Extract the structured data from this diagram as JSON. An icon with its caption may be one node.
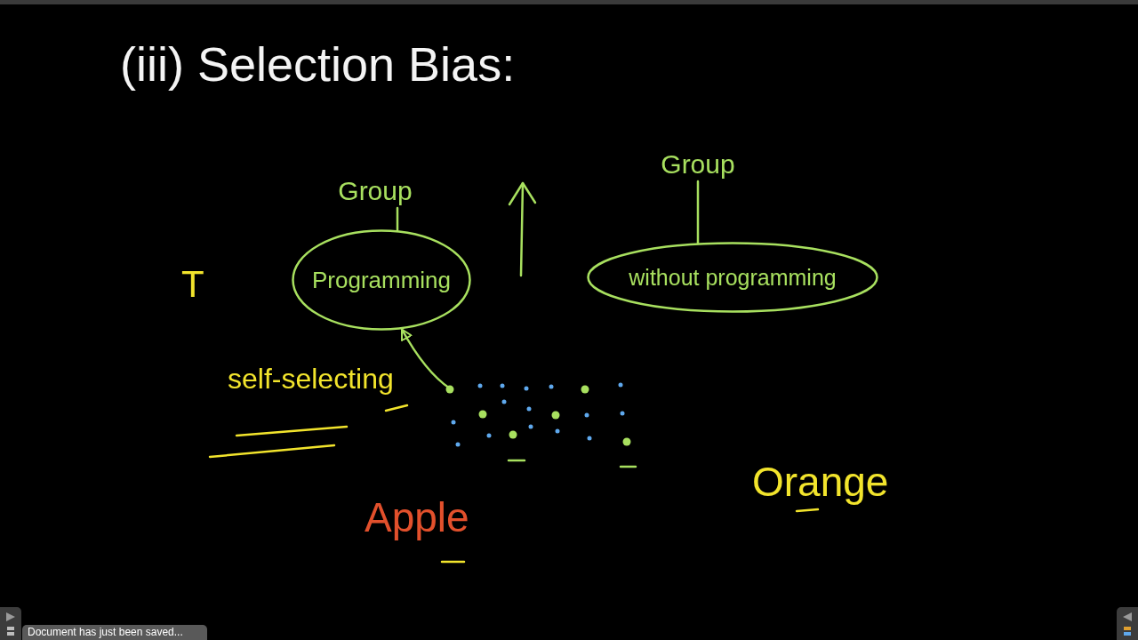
{
  "diagram": {
    "title": "(iii) Selection Bias:",
    "nodes": [
      {
        "text": [
          "Group"
        ]
      },
      {
        "text": [
          "Programming"
        ]
      },
      {
        "text": [
          "Group"
        ]
      },
      {
        "text": [
          "without programming"
        ]
      }
    ],
    "edges": [
      {
        "from": 0,
        "to": 1,
        "arrow": "none"
      },
      {
        "from": 2,
        "to": 3,
        "arrow": "none"
      },
      {
        "from": null,
        "to": 1,
        "arrow": "to"
      }
    ],
    "labels": [
      "T",
      "self-selecting",
      "Apple",
      "Orange",
      "Document has just been saved..."
    ]
  }
}
